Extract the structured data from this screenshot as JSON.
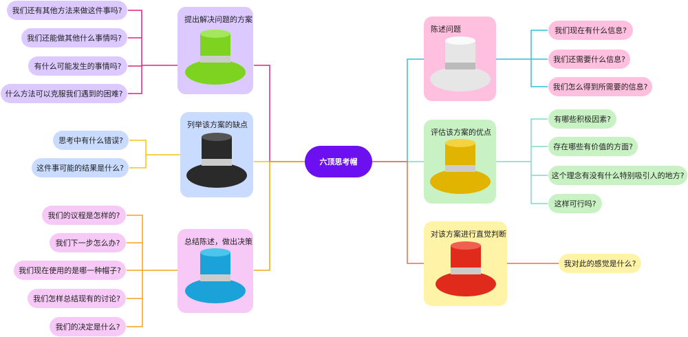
{
  "center": {
    "label": "六顶思考帽"
  },
  "hats": {
    "green": {
      "title": "提出解决问题的方案",
      "leaves": [
        "我们还有其他方法来做这件事吗?",
        "我们还能做其他什么事情吗?",
        "有什么可能发生的事情吗?",
        "什么方法可以克服我们遇到的困难?"
      ]
    },
    "black": {
      "title": "列举该方案的缺点",
      "leaves": [
        "思考中有什么错误?",
        "这件事可能的结果是什么?"
      ]
    },
    "blue": {
      "title": "总结陈述，做出决策",
      "leaves": [
        "我们的议程是怎样的?",
        "我们下一步怎么办?",
        "我们现在使用的是哪一种帽子?",
        "我们怎样总结现有的讨论?",
        "我们的决定是什么?"
      ]
    },
    "white": {
      "title": "陈述问题",
      "leaves": [
        "我们现在有什么信息?",
        "我们还需要什么信息?",
        "我们怎么得到所需要的信息?"
      ]
    },
    "yellow": {
      "title": "评估该方案的优点",
      "leaves": [
        "有哪些积极因素?",
        "存在哪些有价值的方面?",
        "这个理念有没有什么特别吸引人的地方?",
        "这样可行吗?"
      ]
    },
    "red": {
      "title": "对该方案进行直觉判断",
      "leaves": [
        "我对此的感觉是什么?"
      ]
    }
  },
  "colors": {
    "center": "#6c0ff1",
    "green_link": "#e0217a",
    "black_link": "#f2c21b",
    "blue_link": "#f2a31b",
    "white_link": "#2fc0d9",
    "yellow_link": "#7fd9c9",
    "red_link": "#f26a3b",
    "green_hat": "#7ed321",
    "black_hat": "#2a2a2a",
    "blue_hat": "#1ba3d9",
    "white_hat": "#e6e6e6",
    "yellow_hat": "#e0b400",
    "red_hat": "#e02a1b"
  }
}
